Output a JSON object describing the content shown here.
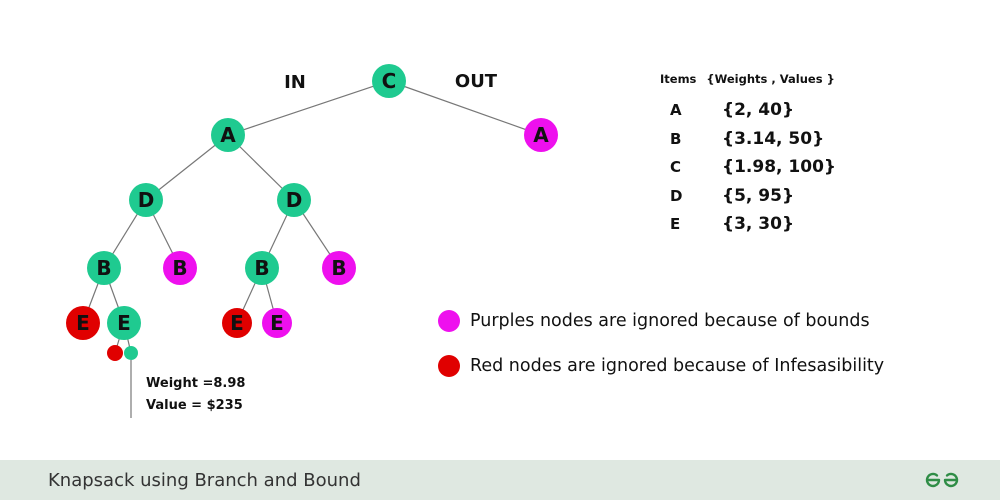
{
  "colors": {
    "included": "#1fca90",
    "bound_pruned": "#ee10ee",
    "infeasible": "#e00000",
    "edge": "#777777",
    "footer_bg": "#dfe8e1",
    "logo": "#2f8d46"
  },
  "tree": {
    "branch_labels": {
      "in": "IN",
      "out": "OUT"
    },
    "nodes": [
      {
        "id": "n-root",
        "label": "C",
        "status": "included"
      },
      {
        "id": "n-a-in",
        "label": "A",
        "status": "included"
      },
      {
        "id": "n-a-out",
        "label": "A",
        "status": "bound_pruned"
      },
      {
        "id": "n-d-left",
        "label": "D",
        "status": "included"
      },
      {
        "id": "n-d-right",
        "label": "D",
        "status": "included"
      },
      {
        "id": "n-b-ll",
        "label": "B",
        "status": "included"
      },
      {
        "id": "n-b-lr",
        "label": "B",
        "status": "bound_pruned"
      },
      {
        "id": "n-b-rl",
        "label": "B",
        "status": "included"
      },
      {
        "id": "n-b-rr",
        "label": "B",
        "status": "bound_pruned"
      },
      {
        "id": "n-e-1",
        "label": "E",
        "status": "infeasible"
      },
      {
        "id": "n-e-2",
        "label": "E",
        "status": "included"
      },
      {
        "id": "n-e-3",
        "label": "E",
        "status": "infeasible"
      },
      {
        "id": "n-e-4",
        "label": "E",
        "status": "bound_pruned"
      },
      {
        "id": "n-leaf-1",
        "label": "",
        "status": "infeasible"
      },
      {
        "id": "n-leaf-2",
        "label": "",
        "status": "included"
      }
    ],
    "result": {
      "weight": "Weight =8.98",
      "value": "Value = $235"
    }
  },
  "items": {
    "header_items": "Items",
    "header_values": "{Weights , Values }",
    "rows": [
      {
        "name": "A",
        "value": "{2,  40}"
      },
      {
        "name": "B",
        "value": "{3.14,  50}"
      },
      {
        "name": "C",
        "value": "{1.98,  100}"
      },
      {
        "name": "D",
        "value": "{5,  95}"
      },
      {
        "name": "E",
        "value": "{3,  30}"
      }
    ]
  },
  "legend": [
    {
      "color": "#ee10ee",
      "text": "Purples nodes are ignored because of bounds"
    },
    {
      "color": "#e00000",
      "text": "Red nodes are ignored because of Infesasibility"
    }
  ],
  "footer": {
    "title": "Knapsack using Branch and Bound"
  }
}
